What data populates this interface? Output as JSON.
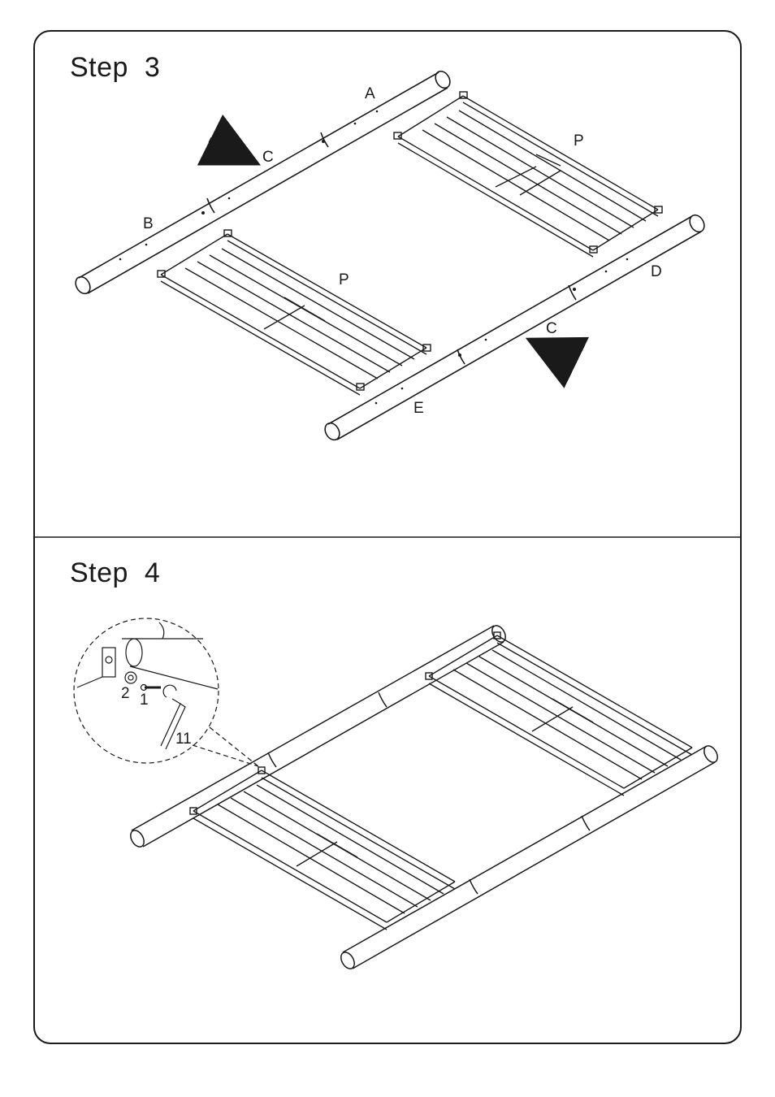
{
  "step3": {
    "title": "Step  3",
    "labels": {
      "a": "A",
      "b": "B",
      "c_top": "C",
      "p_top": "P",
      "p_bottom": "P",
      "d": "D",
      "c_bottom": "C",
      "e": "E"
    }
  },
  "step4": {
    "title": "Step  4",
    "callouts": {
      "washer": "2",
      "bolt": "1",
      "wrench": "11"
    }
  },
  "colors": {
    "line": "#1a1a1a",
    "background": "#ffffff"
  }
}
